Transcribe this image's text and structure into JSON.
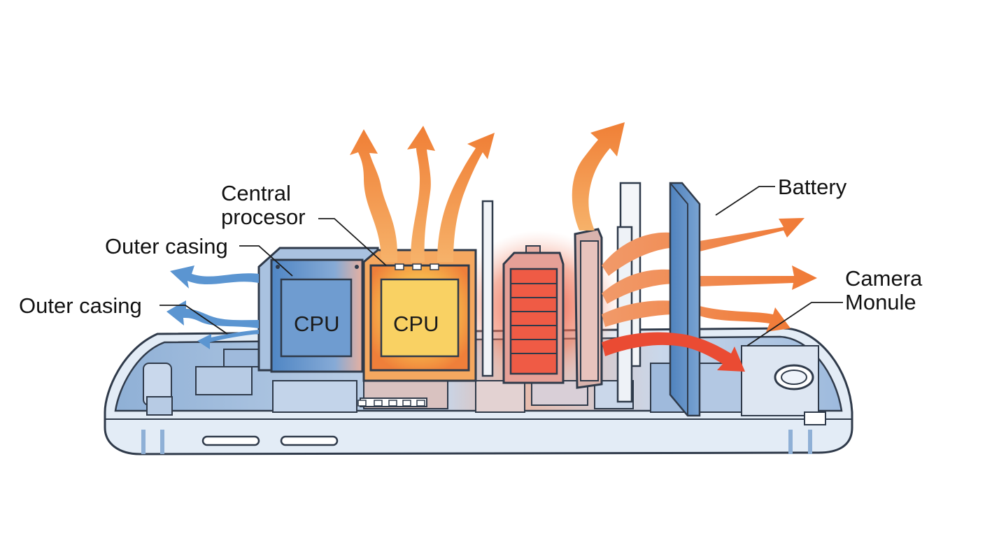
{
  "labels": {
    "central_processor": [
      "Central",
      "procesor"
    ],
    "outer_casing_upper": "Outer casing",
    "outer_casing_lower": "Outer casing",
    "battery": "Battery",
    "camera_module": [
      "Camera",
      "Monule"
    ]
  },
  "chips": {
    "left_chip": "CPU",
    "right_chip": "CPU"
  },
  "colors": {
    "outline": "#2f3a4a",
    "casing_blue": "#8fb0d6",
    "casing_light": "#dfe9f5",
    "cool_arrow": "#5b95d1",
    "warm_arrow": "#f08a3c",
    "hot_red": "#e8402e",
    "cpu_glow": "#f7c94a",
    "battery_panel": "#5f8fc4"
  }
}
